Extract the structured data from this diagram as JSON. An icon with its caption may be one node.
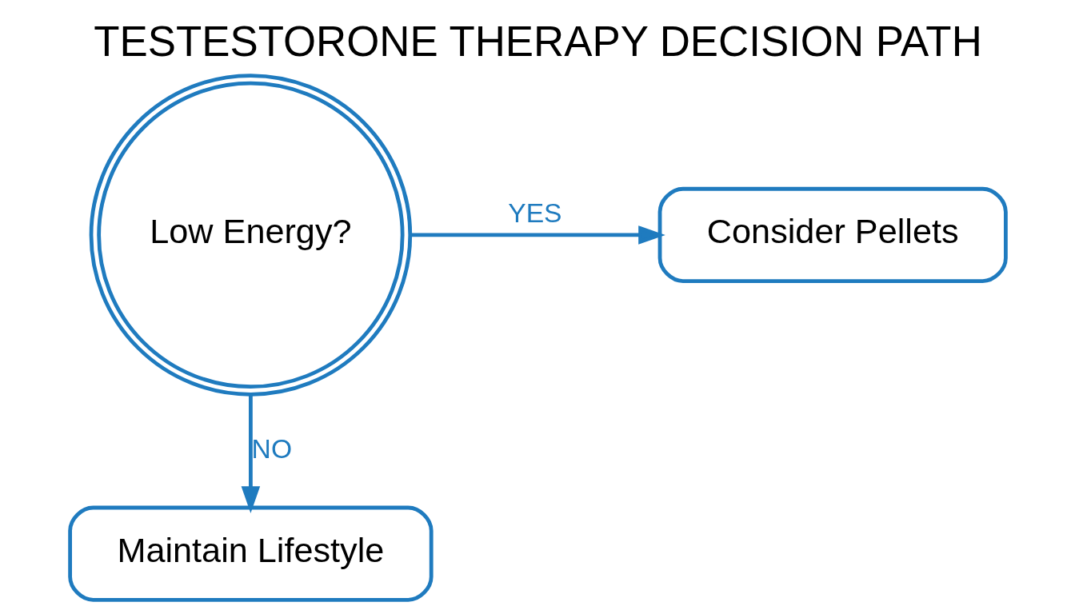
{
  "diagram": {
    "title": "TESTESTORONE THERAPY DECISION PATH",
    "nodes": [
      {
        "text": [
          "Low Energy?"
        ]
      },
      {
        "text": [
          "Consider Pellets"
        ]
      },
      {
        "text": [
          "Maintain Lifestyle"
        ]
      }
    ],
    "edges": [
      {
        "from": 0,
        "to": 1,
        "arrow": "to",
        "label": "YES"
      },
      {
        "from": 0,
        "to": 2,
        "arrow": "to",
        "label": "NO"
      }
    ]
  }
}
